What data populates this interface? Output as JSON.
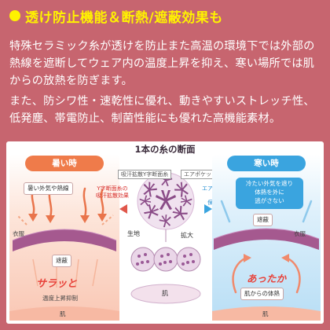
{
  "headline": "透け防止機能＆断熱/遮蔽効果も",
  "paragraph1": "特殊セラミック糸が透けを防止また高温の環境下では外部の熱線を遮断してウェア内の温度上昇を抑え、寒い場所では肌からの放熱を防ぎます。",
  "paragraph2": "また、防シワ性・速乾性に優れ、動きやすいストレッチ性、低発塵、帯電防止、制菌性能にも優れた高機能素材。",
  "diagram": {
    "title": "1本の糸の断面",
    "center_tag_left": "吸汗拡散Y字断面糸",
    "center_tag_right": "エアポケット",
    "y_fiber_label_line1": "Y字断面糸の",
    "y_fiber_label_line2": "吸汗拡散効果",
    "air_label_line1": "エアポケットの",
    "air_label_line2": "保温効果",
    "fabric_label": "生地",
    "zoom_label": "拡大",
    "skin_label": "肌",
    "hot": {
      "title": "暑い時",
      "outside_tag": "暑い外気や熱線",
      "clothing_label": "衣服",
      "shield_tag": "遮蔽",
      "feel": "サラッと",
      "temp_note": "温度上昇抑制",
      "skin": "肌"
    },
    "cold": {
      "title": "寒い時",
      "note_line1": "冷たい外気を遮り",
      "note_line2": "体熱を外に",
      "note_line3": "逃がさない",
      "clothing_label": "衣服",
      "shield_tag": "遮蔽",
      "feel": "あったか",
      "body_heat_tag": "肌からの体熱",
      "skin": "肌"
    }
  },
  "colors": {
    "background": "#c7656f",
    "headline": "#fff200",
    "hot_accent": "#ef7b4a",
    "cold_accent": "#3aa4df",
    "fiber": "#8a4b87"
  }
}
